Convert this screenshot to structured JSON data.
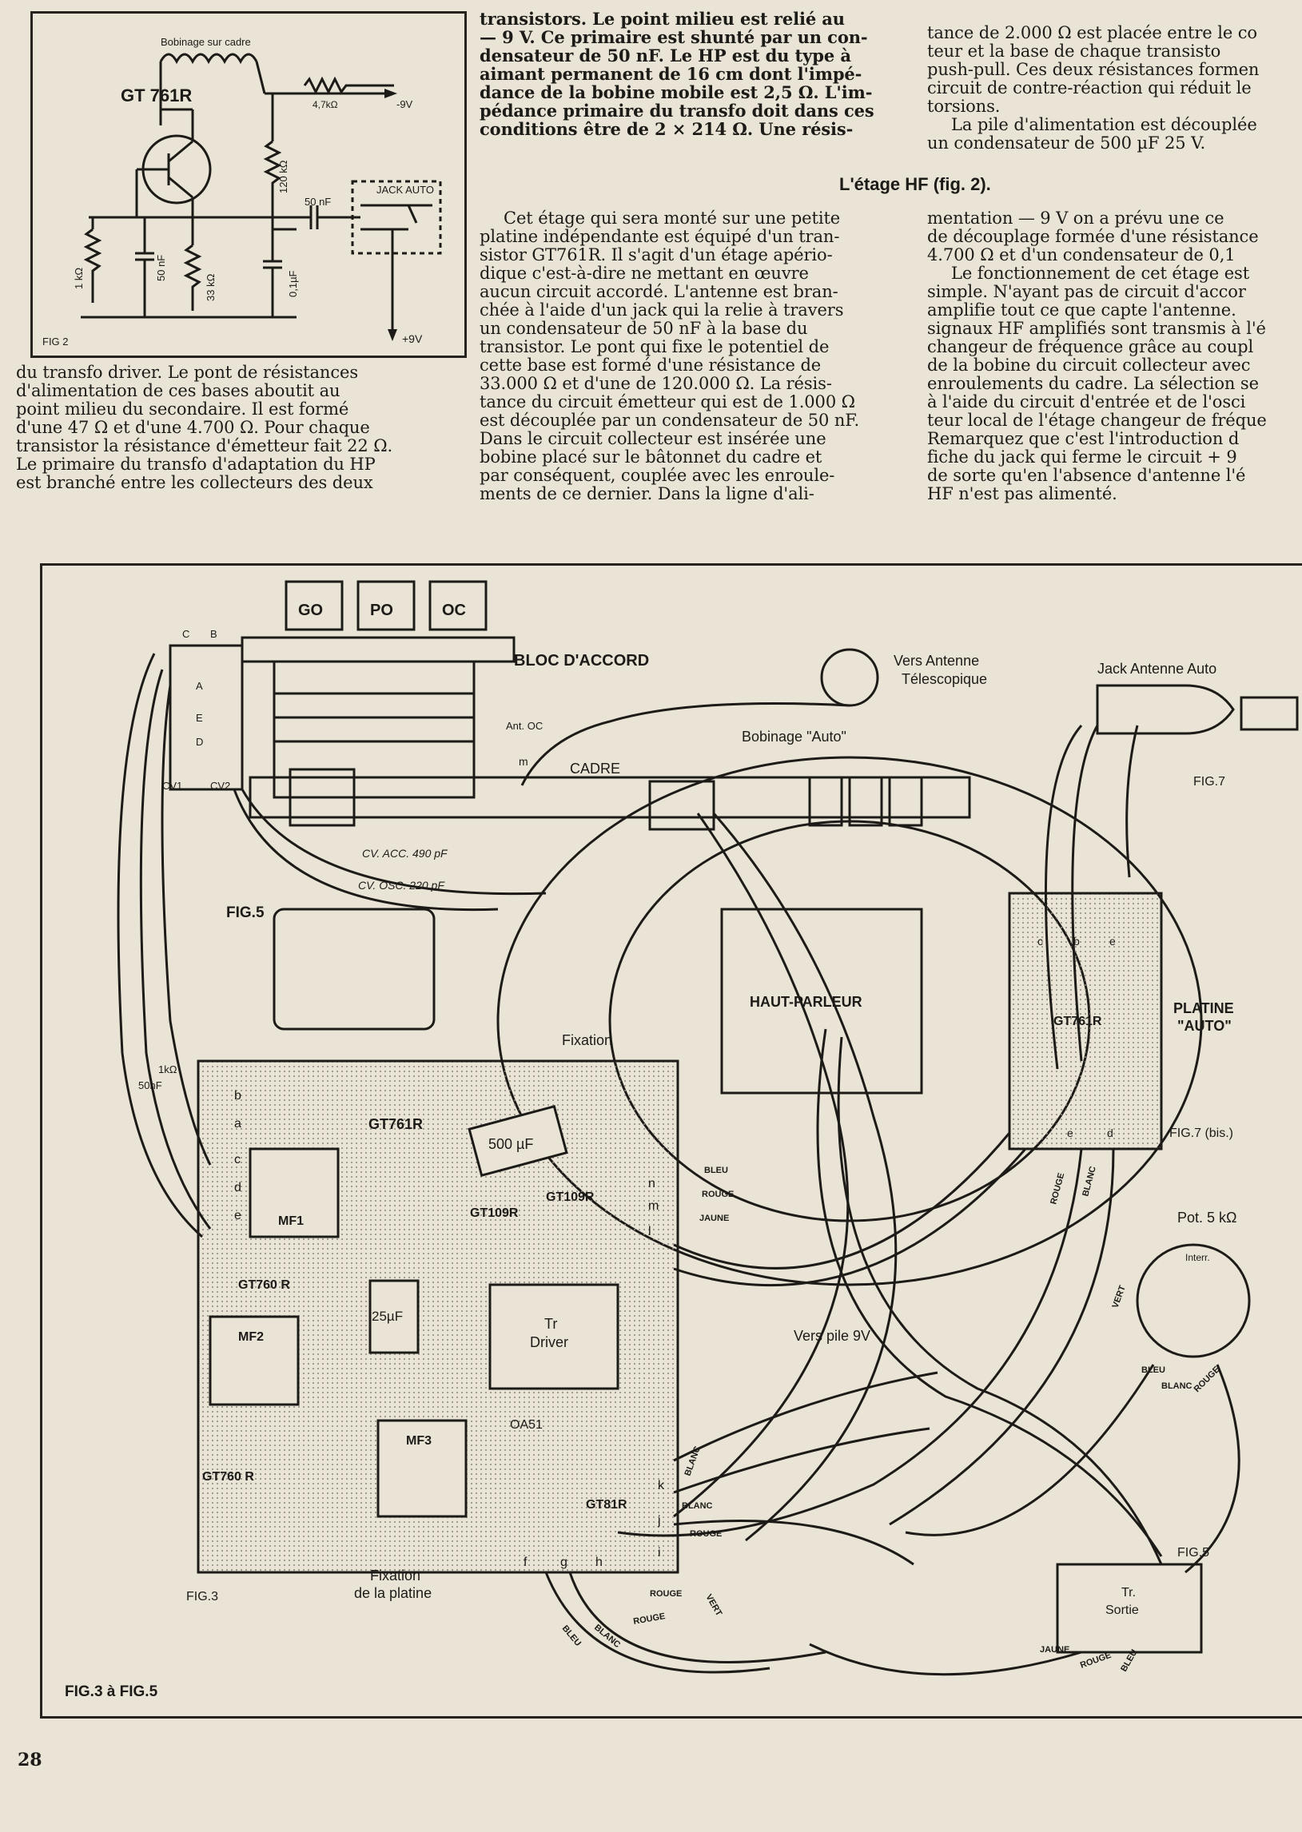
{
  "fig2": {
    "label": "FIG 2",
    "coil": "Bobinage sur cadre",
    "transistor": "GT 761R",
    "r_series": "4,7kΩ",
    "vneg": "-9V",
    "r_120k": "120 kΩ",
    "jack": "JACK AUTO",
    "c_50nF_in": "50 nF",
    "r_1k": "1 kΩ",
    "c_50nF": "50 nF",
    "r_33k": "33 kΩ",
    "c_01": "0,1µF",
    "vpos": "+9V"
  },
  "article": {
    "col1_lines": [
      "du transfo driver. Le pont de résistances",
      "d'alimentation de ces bases aboutit au",
      "point milieu du secondaire. Il est formé",
      "d'une 47 Ω et d'une 4.700 Ω. Pour chaque",
      "transistor la résistance d'émetteur fait 22 Ω.",
      "Le primaire du transfo d'adaptation du HP",
      "est branché entre les collecteurs des deux"
    ],
    "col2_top_lines": [
      "transistors. Le point milieu est relié au",
      "— 9 V. Ce primaire est shunté par un con-",
      "densateur de 50 nF. Le HP est du type à",
      "aimant permanent de 16 cm dont l'impé-",
      "dance de la bobine mobile est 2,5 Ω. L'im-",
      "pédance primaire du transfo doit dans ces",
      "conditions être de 2 × 214 Ω. Une résis-"
    ],
    "heading": "L'étage HF (fig. 2).",
    "col2_bottom_lines": [
      "Cet étage qui sera monté sur une petite",
      "platine indépendante est équipé d'un tran-",
      "sistor GT761R. Il s'agit d'un étage apério-",
      "dique c'est-à-dire ne mettant en œuvre",
      "aucun circuit accordé. L'antenne est bran-",
      "chée à l'aide d'un jack qui la relie à travers",
      "un condensateur de 50 nF à la base du",
      "transistor. Le pont qui fixe le potentiel de",
      "cette base est formé d'une résistance de",
      "33.000 Ω et d'une de 120.000 Ω. La résis-",
      "tance du circuit émetteur qui est de 1.000 Ω",
      "est découplée par un condensateur de 50 nF.",
      "Dans le circuit collecteur est insérée une",
      "bobine placé sur le bâtonnet du cadre et",
      "par conséquent, couplée avec les enroule-",
      "ments de ce dernier. Dans la ligne d'ali-"
    ],
    "col3_top_lines": [
      "tance de 2.000 Ω est placée entre le co",
      "teur et la base de chaque transisto",
      "push-pull. Ces deux résistances formen",
      "circuit de contre-réaction qui réduit le",
      "torsions.",
      "La pile d'alimentation est découplée",
      "un condensateur de 500 µF 25 V."
    ],
    "col3_bottom_lines": [
      "mentation — 9 V on a prévu une ce",
      "de découplage formée d'une résistance",
      "4.700 Ω et d'un condensateur de 0,1",
      "Le fonctionnement de cet étage est",
      "simple. N'ayant pas de circuit d'accor",
      "amplifie tout ce que capte l'antenne.",
      "signaux HF amplifiés sont transmis à l'é",
      "changeur de fréquence grâce au coupl",
      "de la bobine du circuit collecteur avec",
      "enroulements du cadre. La sélection se",
      "à l'aide du circuit d'entrée et de l'osci",
      "teur local de l'étage changeur de fréque",
      "Remarquez que c'est l'introduction d",
      "fiche du jack qui ferme le circuit + 9",
      "de sorte qu'en l'absence d'antenne l'é",
      "HF n'est pas alimenté."
    ]
  },
  "diagram": {
    "caption": "FIG.3 à FIG.5",
    "bands": [
      "GO",
      "PO",
      "OC"
    ],
    "bloc": "BLOC D'ACCORD",
    "antenna": "Vers Antenne\nTélescopique",
    "antenna_l1": "Vers Antenne",
    "antenna_l2": "Télescopique",
    "jack": "Jack Antenne Auto",
    "bobinage": "Bobinage \"Auto\"",
    "cadre": "CADRE",
    "ant_oc": "Ant. OC",
    "m": "m",
    "cv1": "CV1",
    "cv2": "CV2",
    "cv_acc": "CV. ACC. 490 pF",
    "cv_osc": "CV. OSC. 220 pF",
    "fig5_top": "FIG.5",
    "fig7": "FIG.7",
    "fig7bis": "FIG.7 (bis.)",
    "fig3": "FIG.3",
    "fig5_bottom": "FIG.5",
    "hp": "HAUT-PARLEUR",
    "platine_l1": "PLATINE",
    "platine_l2": "\"AUTO\"",
    "gt761r_auto": "GT761R",
    "fixation": "Fixation",
    "fixation_platine_l1": "Fixation",
    "fixation_platine_l2": "de la platine",
    "gt761r": "GT761R",
    "c500": "500 µF",
    "mf1": "MF1",
    "mf2": "MF2",
    "mf3": "MF3",
    "gt109r_a": "GT109R",
    "gt109r_b": "GT109R",
    "gt760r_a": "GT760 R",
    "gt760r_b": "GT760 R",
    "c25": "25µF",
    "tr_driver_l1": "Tr",
    "tr_driver_l2": "Driver",
    "oa51": "OA51",
    "gt81r": "GT81R",
    "pile": "Vers pile 9V",
    "pot": "Pot. 5 kΩ",
    "interr": "Interr.",
    "tr_sortie_l1": "Tr.",
    "tr_sortie_l2": "Sortie",
    "r1k": "1kΩ",
    "c50nf": "50nF",
    "wires": {
      "bleu": "BLEU",
      "rouge": "ROUGE",
      "jaune": "JAUNE",
      "blanc": "BLANC",
      "vert": "VERT"
    },
    "pins_left": [
      "b",
      "a",
      "c",
      "d",
      "e"
    ],
    "pins_right": [
      "n",
      "m",
      "l",
      "k",
      "j",
      "i"
    ],
    "pins_bottom": [
      "f",
      "g",
      "h"
    ],
    "auto_pins_top": [
      "c",
      "b",
      "e"
    ],
    "auto_pins_bottom": [
      "e",
      "d"
    ],
    "bloc_pins": [
      "C",
      "B",
      "A",
      "E",
      "D"
    ]
  },
  "page_number": "28"
}
